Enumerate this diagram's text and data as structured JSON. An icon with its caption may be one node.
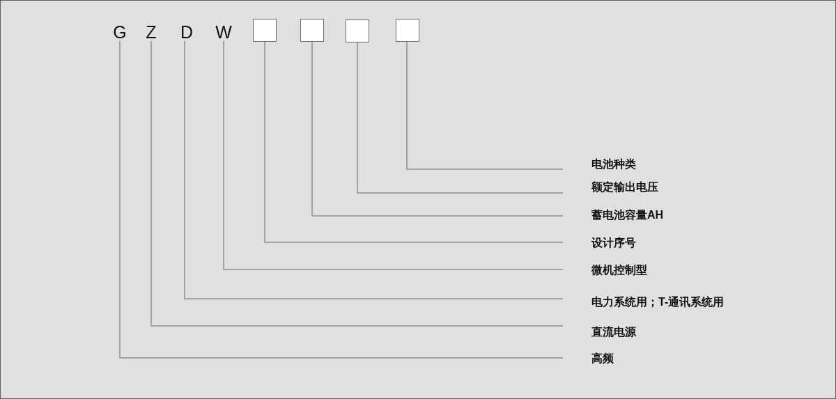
{
  "diagram": {
    "nodes": [
      {
        "text": [
          "G"
        ]
      },
      {
        "text": [
          "Z"
        ]
      },
      {
        "text": [
          "D"
        ]
      },
      {
        "text": [
          "W"
        ]
      },
      {
        "text": [],
        "shape": "box"
      },
      {
        "text": [],
        "shape": "box"
      },
      {
        "text": [],
        "shape": "box"
      },
      {
        "text": [],
        "shape": "box"
      },
      {
        "text": [
          "电池种类"
        ]
      },
      {
        "text": [
          "额定输出电压"
        ]
      },
      {
        "text": [
          "蓄电池容量AH"
        ]
      },
      {
        "text": [
          "设计序号"
        ]
      },
      {
        "text": [
          "微机控制型"
        ]
      },
      {
        "text": [
          "电力系统用；T-通讯系统用"
        ]
      },
      {
        "text": [
          "直流电源"
        ]
      },
      {
        "text": [
          "高频"
        ]
      }
    ],
    "edges": [
      {
        "from": 8,
        "to": 7,
        "arrow": "none"
      },
      {
        "from": 9,
        "to": 6,
        "arrow": "none"
      },
      {
        "from": 10,
        "to": 5,
        "arrow": "none"
      },
      {
        "from": 11,
        "to": 4,
        "arrow": "none"
      },
      {
        "from": 12,
        "to": 3,
        "arrow": "none"
      },
      {
        "from": 13,
        "to": 2,
        "arrow": "none"
      },
      {
        "from": 14,
        "to": 1,
        "arrow": "none"
      },
      {
        "from": 15,
        "to": 0,
        "arrow": "none"
      }
    ]
  }
}
